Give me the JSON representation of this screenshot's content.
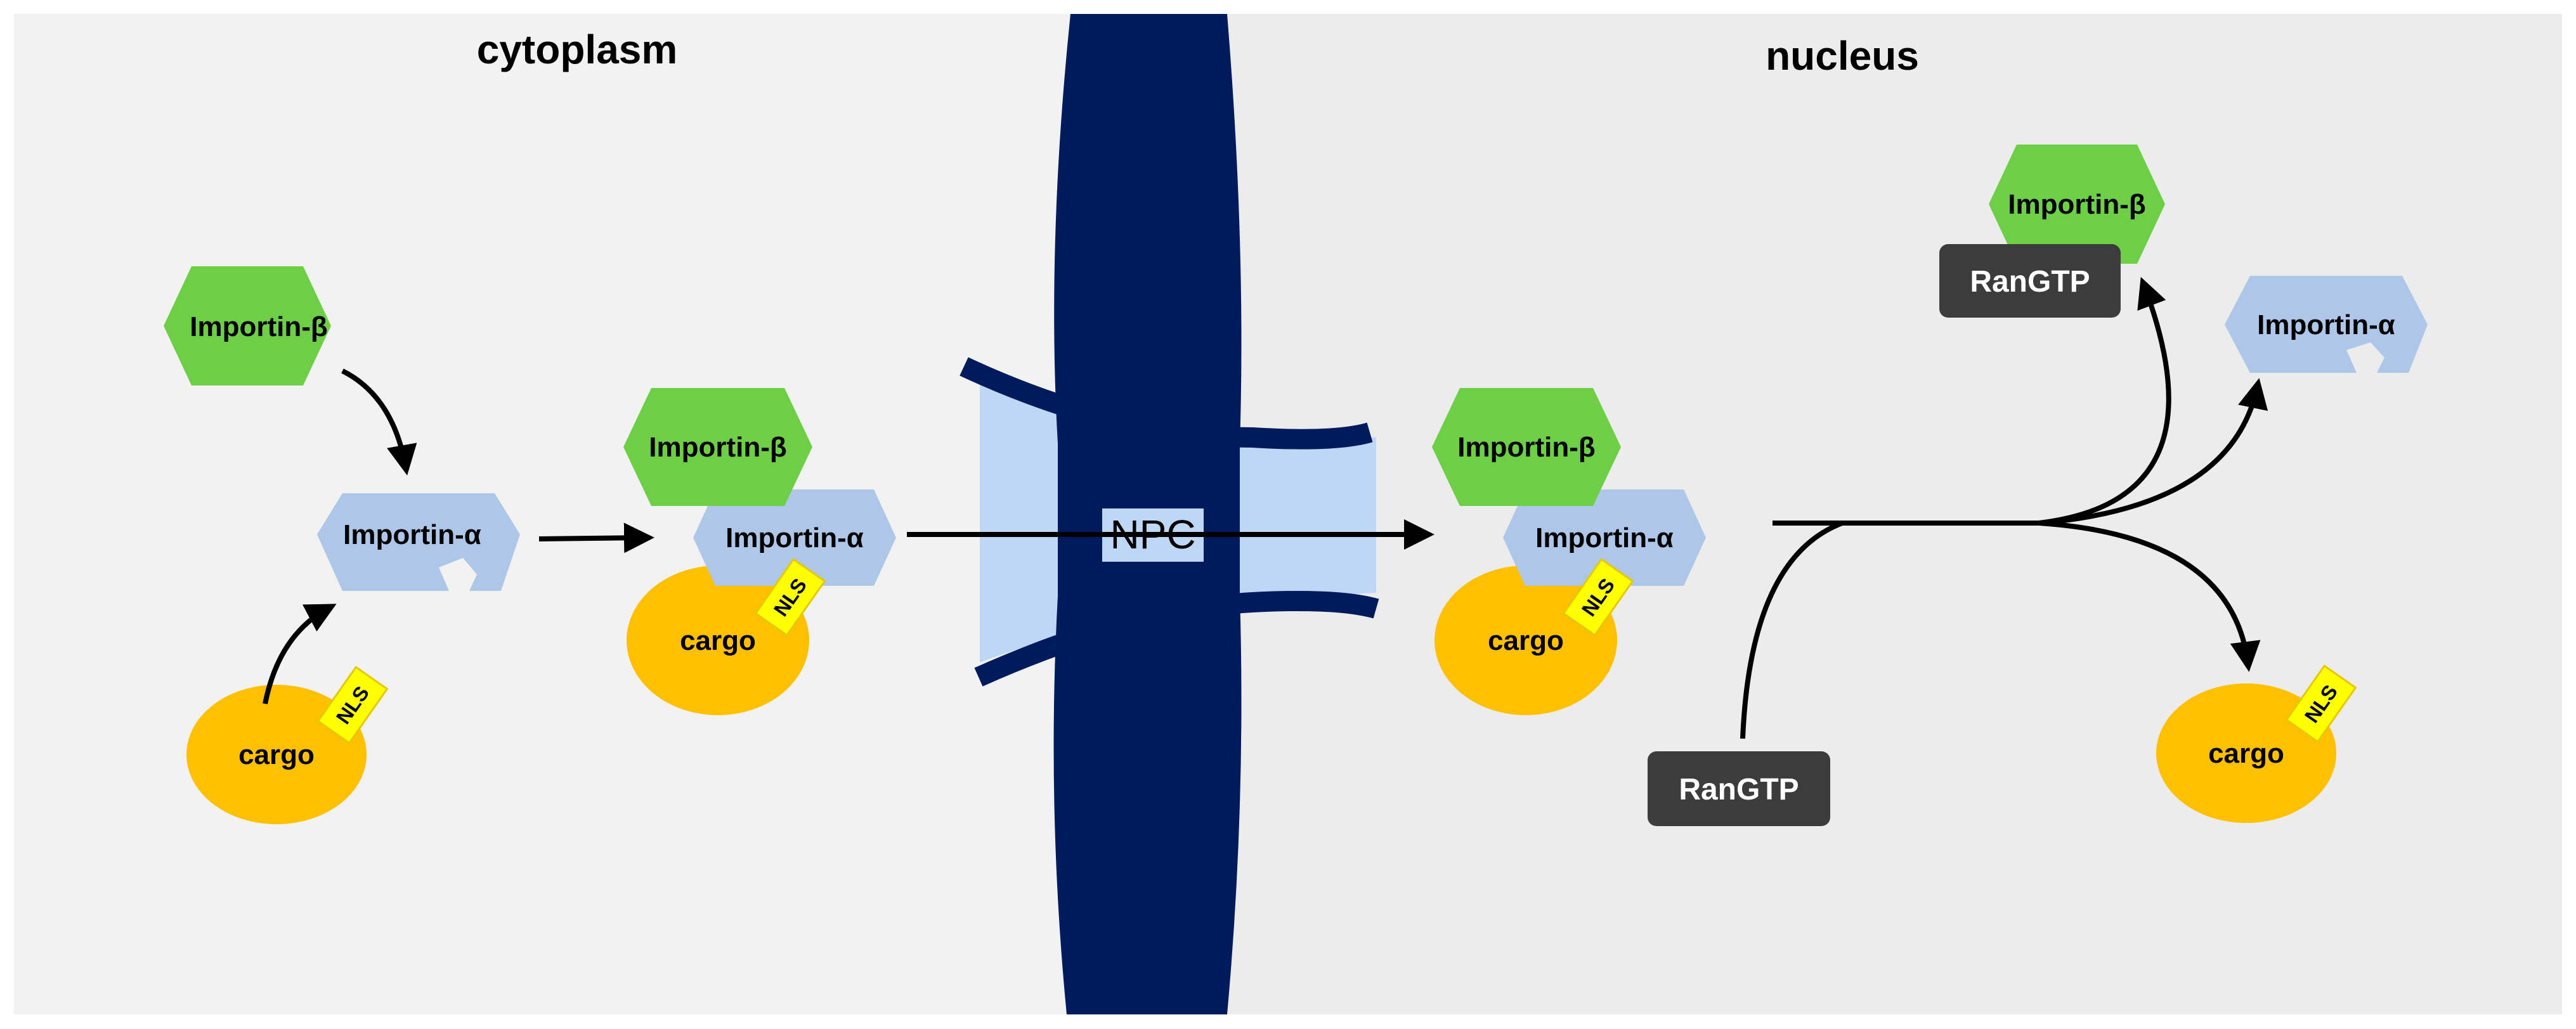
{
  "regions": {
    "left_label": "cytoplasm",
    "right_label": "nucleus"
  },
  "npc": {
    "label": "NPC"
  },
  "labels": {
    "importin_beta": "Importin-β",
    "importin_alpha": "Importin-α",
    "cargo": "cargo",
    "nls": "NLS",
    "ran_gtp": "RanGTP"
  },
  "colors": {
    "cytoplasm_bg": "#f2f2f2",
    "nucleus_bg": "#ececec",
    "membrane": "#001a5e",
    "pore_channel": "#bdd7f5",
    "importin_beta": "#6dcf46",
    "importin_alpha": "#aec7e8",
    "cargo": "#ffc000",
    "nls_tag": "#ffff00",
    "ran_gtp": "#3c3c3c"
  }
}
